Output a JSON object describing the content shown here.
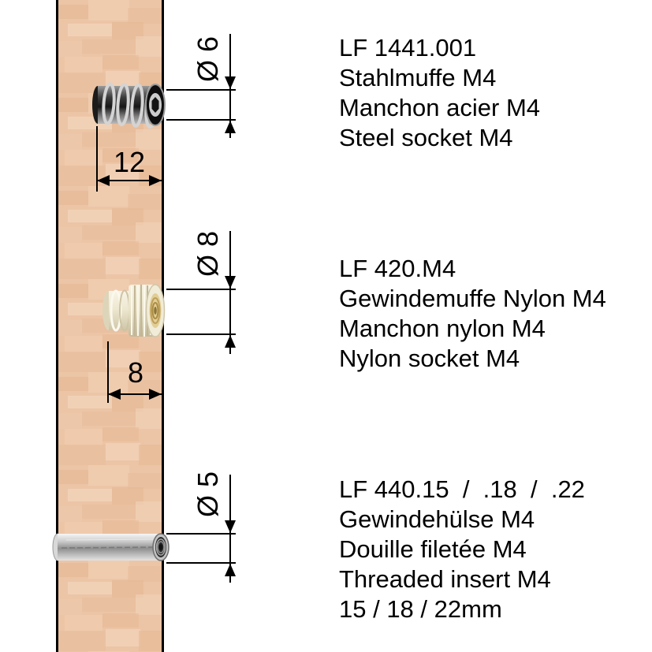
{
  "figure": {
    "kind": "furniture-fitting catalog diagram",
    "background": "#ffffff",
    "line_color": "#000000",
    "wood_base_color": "#ecc5a6"
  },
  "sections": [
    {
      "id": "steel-socket",
      "illustration": "steel screw-in socket embedded in wooden board",
      "dim_diameter": "Ø 6",
      "dim_length": "12",
      "text_lines": [
        "LF 1441.001",
        "Stahlmuffe M4",
        "Manchon acier M4",
        "Steel socket M4"
      ]
    },
    {
      "id": "nylon-socket",
      "illustration": "knurled nylon threaded socket embedded in wooden board",
      "dim_diameter": "Ø 8",
      "dim_length": "8",
      "text_lines": [
        "LF 420.M4",
        "Gewindemuffe Nylon M4",
        "Manchon nylon M4",
        "Nylon socket M4"
      ]
    },
    {
      "id": "threaded-insert",
      "illustration": "metal threaded insert sleeve through wooden board",
      "dim_diameter": "Ø 5",
      "text_lines": [
        "LF 440.15  /  .18  /  .22",
        "Gewindehülse M4",
        "Douille filetée M4",
        "Threaded insert M4",
        "15 / 18 / 22mm"
      ]
    }
  ]
}
